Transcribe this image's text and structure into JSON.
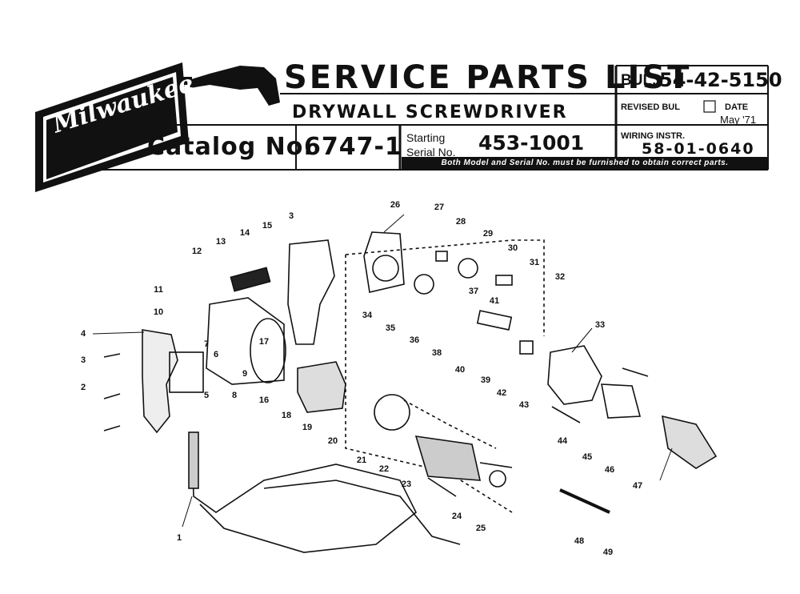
{
  "header": {
    "brand": "Milwaukee",
    "title": "SERVICE PARTS LIST",
    "subtitle": "DRYWALL SCREWDRIVER",
    "catalog_label": "Catalog No.",
    "catalog_number": "6747-1",
    "bulletin_label": "BUL.",
    "bulletin_number": "54-42-5150",
    "revised_label": "REVISED BUL",
    "date_label": "DATE",
    "date_value": "May '71",
    "starting_line1": "Starting",
    "starting_line2": "Serial No.",
    "serial_number": "453-1001",
    "wiring_label": "WIRING INSTR.",
    "wiring_number": "58-01-0640",
    "note": "Both Model and Serial No. must be furnished to obtain correct parts."
  },
  "part_labels": [
    "1",
    "2",
    "3",
    "3",
    "4",
    "5",
    "6",
    "7",
    "8",
    "9",
    "10",
    "11",
    "12",
    "13",
    "14",
    "15",
    "16",
    "17",
    "18",
    "19",
    "20",
    "21",
    "22",
    "23",
    "24",
    "25",
    "26",
    "27",
    "28",
    "29",
    "30",
    "31",
    "32",
    "33",
    "34",
    "35",
    "36",
    "37",
    "38",
    "39",
    "40",
    "41",
    "42",
    "43",
    "44",
    "45",
    "46",
    "47",
    "48",
    "49"
  ]
}
